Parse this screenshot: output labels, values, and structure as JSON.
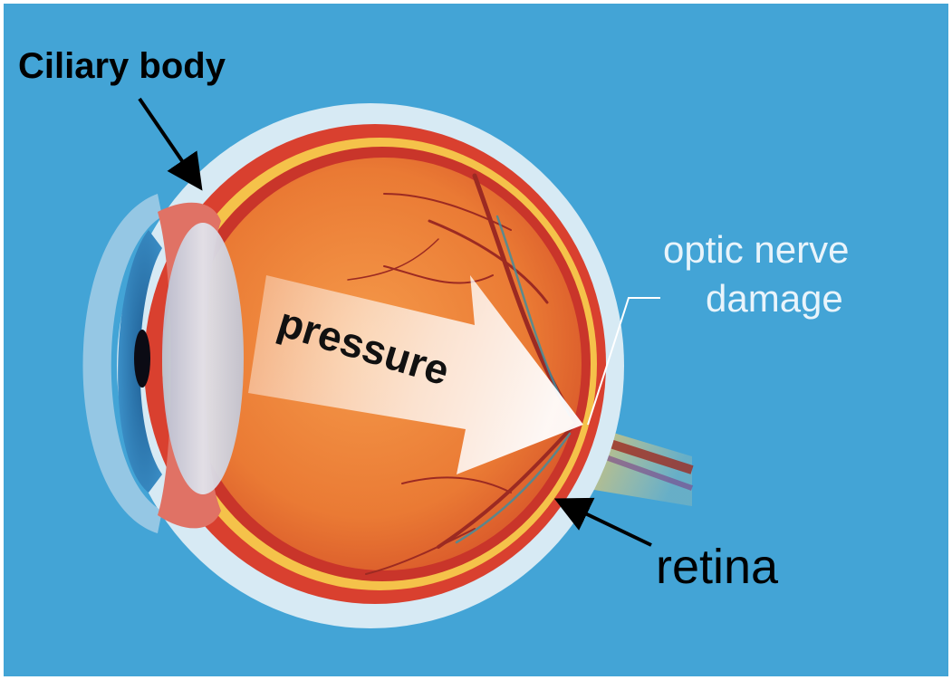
{
  "labels": {
    "ciliary_body": "Ciliary body",
    "optic_nerve_line1": "optic nerve",
    "optic_nerve_line2": "damage",
    "pressure": "pressure",
    "retina": "retina"
  },
  "colors": {
    "background": "#43a4d6",
    "sclera": "#d7eaf4",
    "choroid": "#d9402f",
    "retina_layer": "#f5c24a",
    "vitreous": "#ef8a3a",
    "iris": "#2f7fb8",
    "pupil": "#0b0b14",
    "lens": "#c7c8d4",
    "vessels": "#9c2a22"
  }
}
